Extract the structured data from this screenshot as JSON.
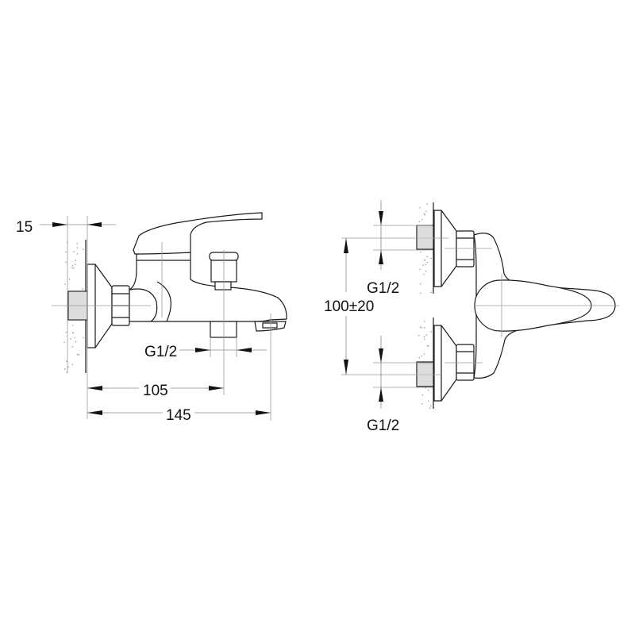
{
  "side_view": {
    "wall_offset_label": "15",
    "outlet_thread_label": "G1/2",
    "outlet_distance_label": "105",
    "total_depth_label": "145"
  },
  "front_view": {
    "upper_inlet_thread_label": "G1/2",
    "inlet_spacing_label": "100±20",
    "lower_inlet_thread_label": "G1/2"
  },
  "colors": {
    "line": "#1a1a1a",
    "dimension": "#8a8a8a"
  }
}
